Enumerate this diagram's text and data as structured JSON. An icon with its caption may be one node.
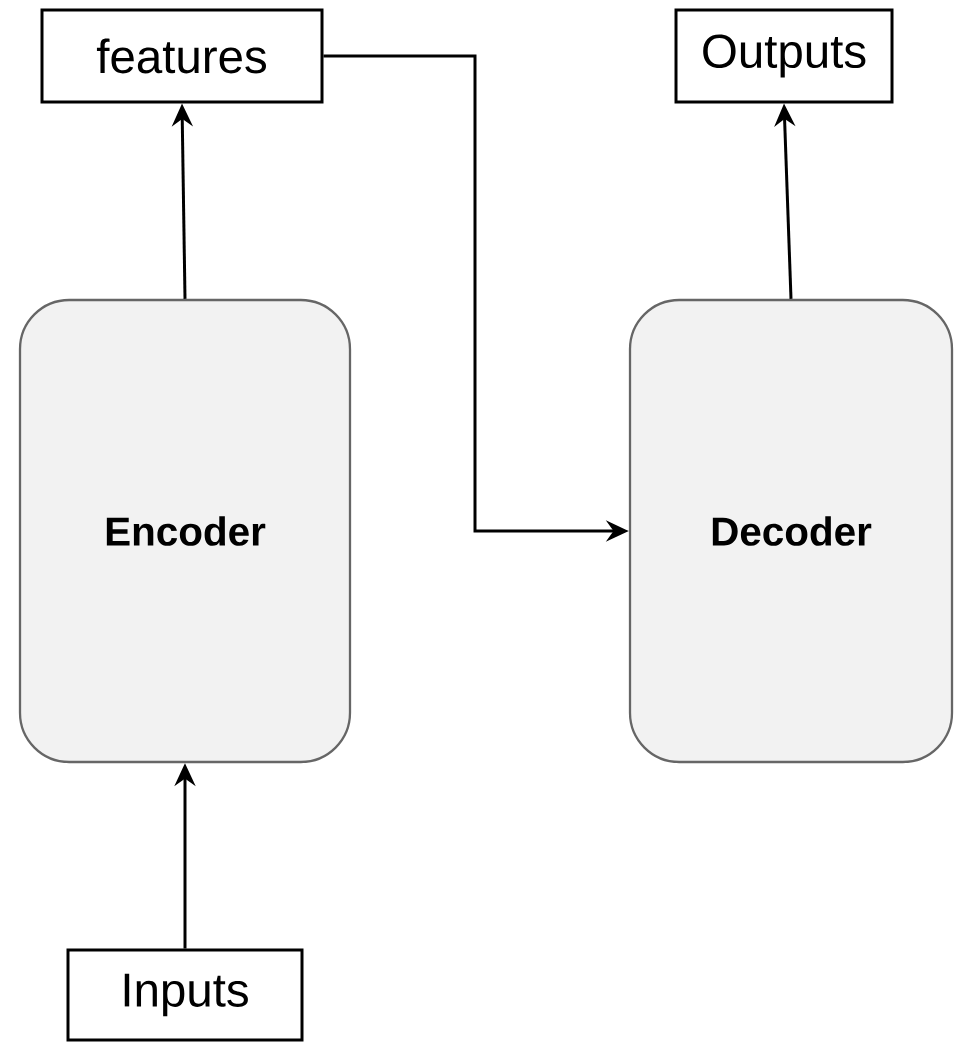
{
  "diagram": {
    "nodes": [
      {
        "text": [
          "features"
        ]
      },
      {
        "text": [
          "Outputs"
        ]
      },
      {
        "text": [
          "Encoder"
        ]
      },
      {
        "text": [
          "Decoder"
        ]
      },
      {
        "text": [
          "Inputs"
        ]
      }
    ],
    "edges": [
      {
        "from": 4,
        "to": 2,
        "arrow": "to"
      },
      {
        "from": 2,
        "to": 0,
        "arrow": "to"
      },
      {
        "from": 0,
        "to": 3,
        "arrow": "to"
      },
      {
        "from": 3,
        "to": 1,
        "arrow": "to"
      }
    ]
  }
}
